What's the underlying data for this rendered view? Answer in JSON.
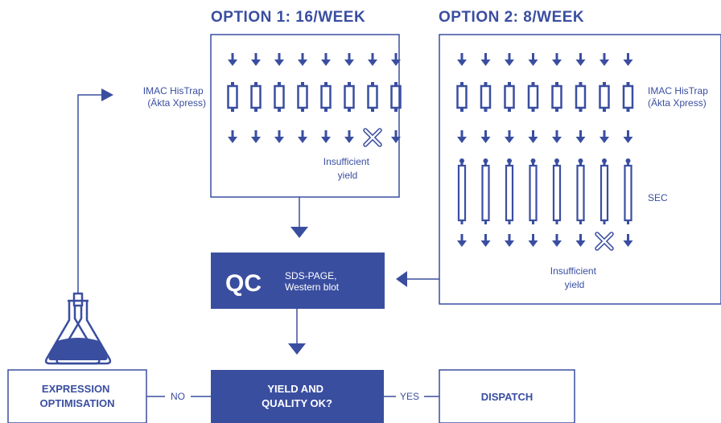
{
  "option1": {
    "title": "OPTION 1: 16/WEEK",
    "columns": 8,
    "failed_column": 6,
    "step_label": [
      "IMAC HisTrap",
      "(Äkta Xpress)"
    ],
    "fail_label": [
      "Insufficient",
      "yield"
    ]
  },
  "option2": {
    "title": "OPTION 2: 8/WEEK",
    "columns": 8,
    "failed_column": 6,
    "step_label": [
      "IMAC HisTrap",
      "(Äkta Xpress)"
    ],
    "sec_label": "SEC",
    "fail_label": [
      "Insufficient",
      "yield"
    ]
  },
  "qc": {
    "title": "QC",
    "sub": [
      "SDS-PAGE,",
      "Western blot"
    ]
  },
  "decision": {
    "label": [
      "YIELD AND",
      "QUALITY OK?"
    ],
    "no_label": "NO",
    "yes_label": "YES"
  },
  "expression": {
    "label": [
      "EXPRESSION",
      "OPTIMISATION"
    ]
  },
  "dispatch": {
    "label": "DISPATCH"
  },
  "colors": {
    "primary": "#3a4ea0",
    "background": "#ffffff"
  },
  "icons": [
    "down-arrow-icon",
    "histrap-column-icon",
    "sec-column-icon",
    "failed-x-icon",
    "flask-icon"
  ]
}
